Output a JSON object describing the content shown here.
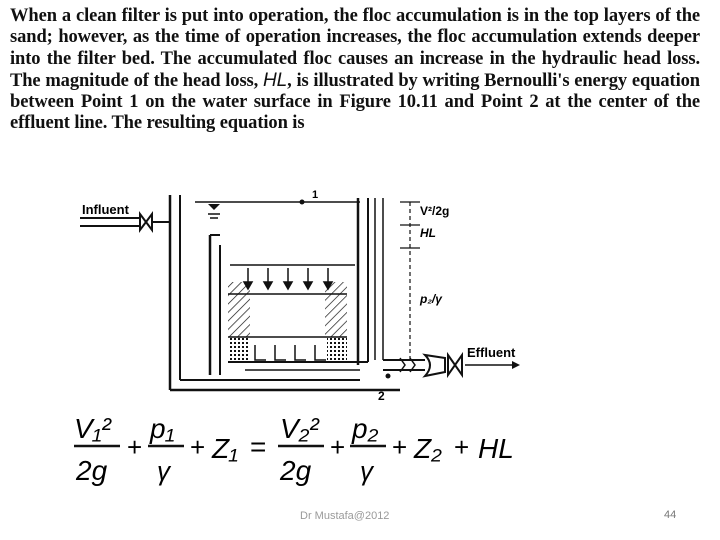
{
  "paragraph": {
    "part1": "When a clean filter is put into operation, the floc accumulation is in the top layers of the sand; however, as the time of operation increases, the floc accumulation extends deeper into the filter bed. The accumulated floc causes an increase in the hydraulic head loss. The magnitude of the head loss, ",
    "symbol": "HL",
    "part2": ", is illustrated by writing Bernoulli's energy equation between Point 1 on the water surface in Figure 10.11 and Point 2 at the center of the effluent line. The resulting equation is"
  },
  "diagram": {
    "influent_label": "Influent",
    "effluent_label": "Effluent",
    "velocity_head_label": "V²/2g",
    "head_loss_label": "HL",
    "pressure_head_label": "p₂/γ",
    "point_1": "1",
    "point_2": "2"
  },
  "equation": {
    "v1": "V₁²",
    "den_2g_left": "2g",
    "plus": "+",
    "p1": "p₁",
    "gamma": "γ",
    "z1": "Z₁",
    "equals": "=",
    "v2": "V₂²",
    "den_2g_right": "2g",
    "p2": "p₂",
    "z2": "Z₂",
    "hl": "HL"
  },
  "footer": {
    "author": "Dr Mustafa@2012",
    "page_number": "44"
  }
}
